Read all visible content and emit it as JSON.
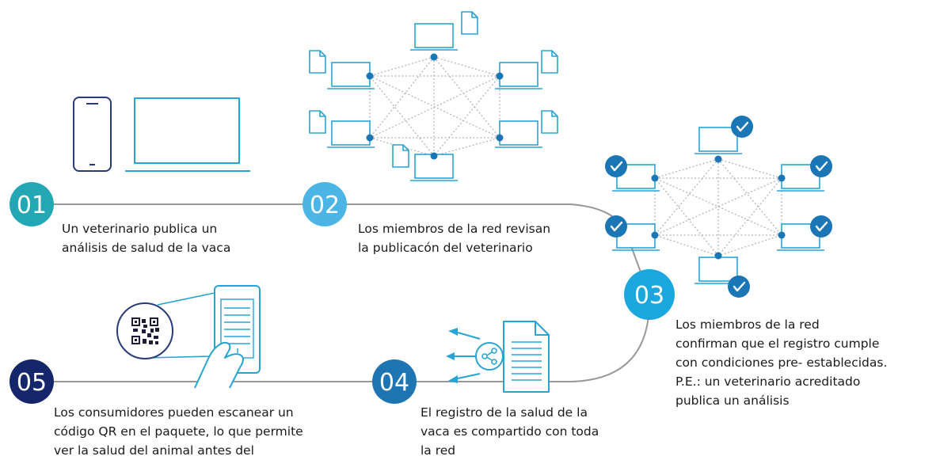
{
  "colors": {
    "teal": "#23a7b5",
    "cyan_light": "#4bb6e5",
    "cyan": "#1aa7de",
    "blue": "#1f74b2",
    "navy": "#16266b",
    "device_outline": "#28a3d3",
    "dark_outline": "#283a78",
    "timeline": "#999999",
    "node": "#1b76b6",
    "mesh": "#b5b5b5",
    "check": "#1b76b6"
  },
  "icons": [
    "smartphone-icon",
    "laptop-icon",
    "computer-icon",
    "document-icon",
    "checkmark-icon",
    "share-icon",
    "qr-code-icon",
    "hand-phone-icon"
  ],
  "steps": [
    {
      "number": "01",
      "lines": [
        "Un veterinario publica un",
        "análisis de salud de la vaca"
      ]
    },
    {
      "number": "02",
      "lines": [
        "Los miembros de la red revisan",
        "la publicacón del veterinario"
      ]
    },
    {
      "number": "03",
      "lines": [
        "Los miembros de la red",
        "confirman que el registro cumple",
        "con condiciones pre- establecidas.",
        "P.E.: un veterinario acreditado",
        "publica un análisis"
      ]
    },
    {
      "number": "04",
      "lines": [
        "El registro de la salud de la",
        "vaca es compartido con toda",
        "la red"
      ]
    },
    {
      "number": "05",
      "lines": [
        "Los consumidores pueden escanear un",
        "código QR en el paquete, lo que permite",
        "ver la salud del animal antes del"
      ]
    }
  ]
}
